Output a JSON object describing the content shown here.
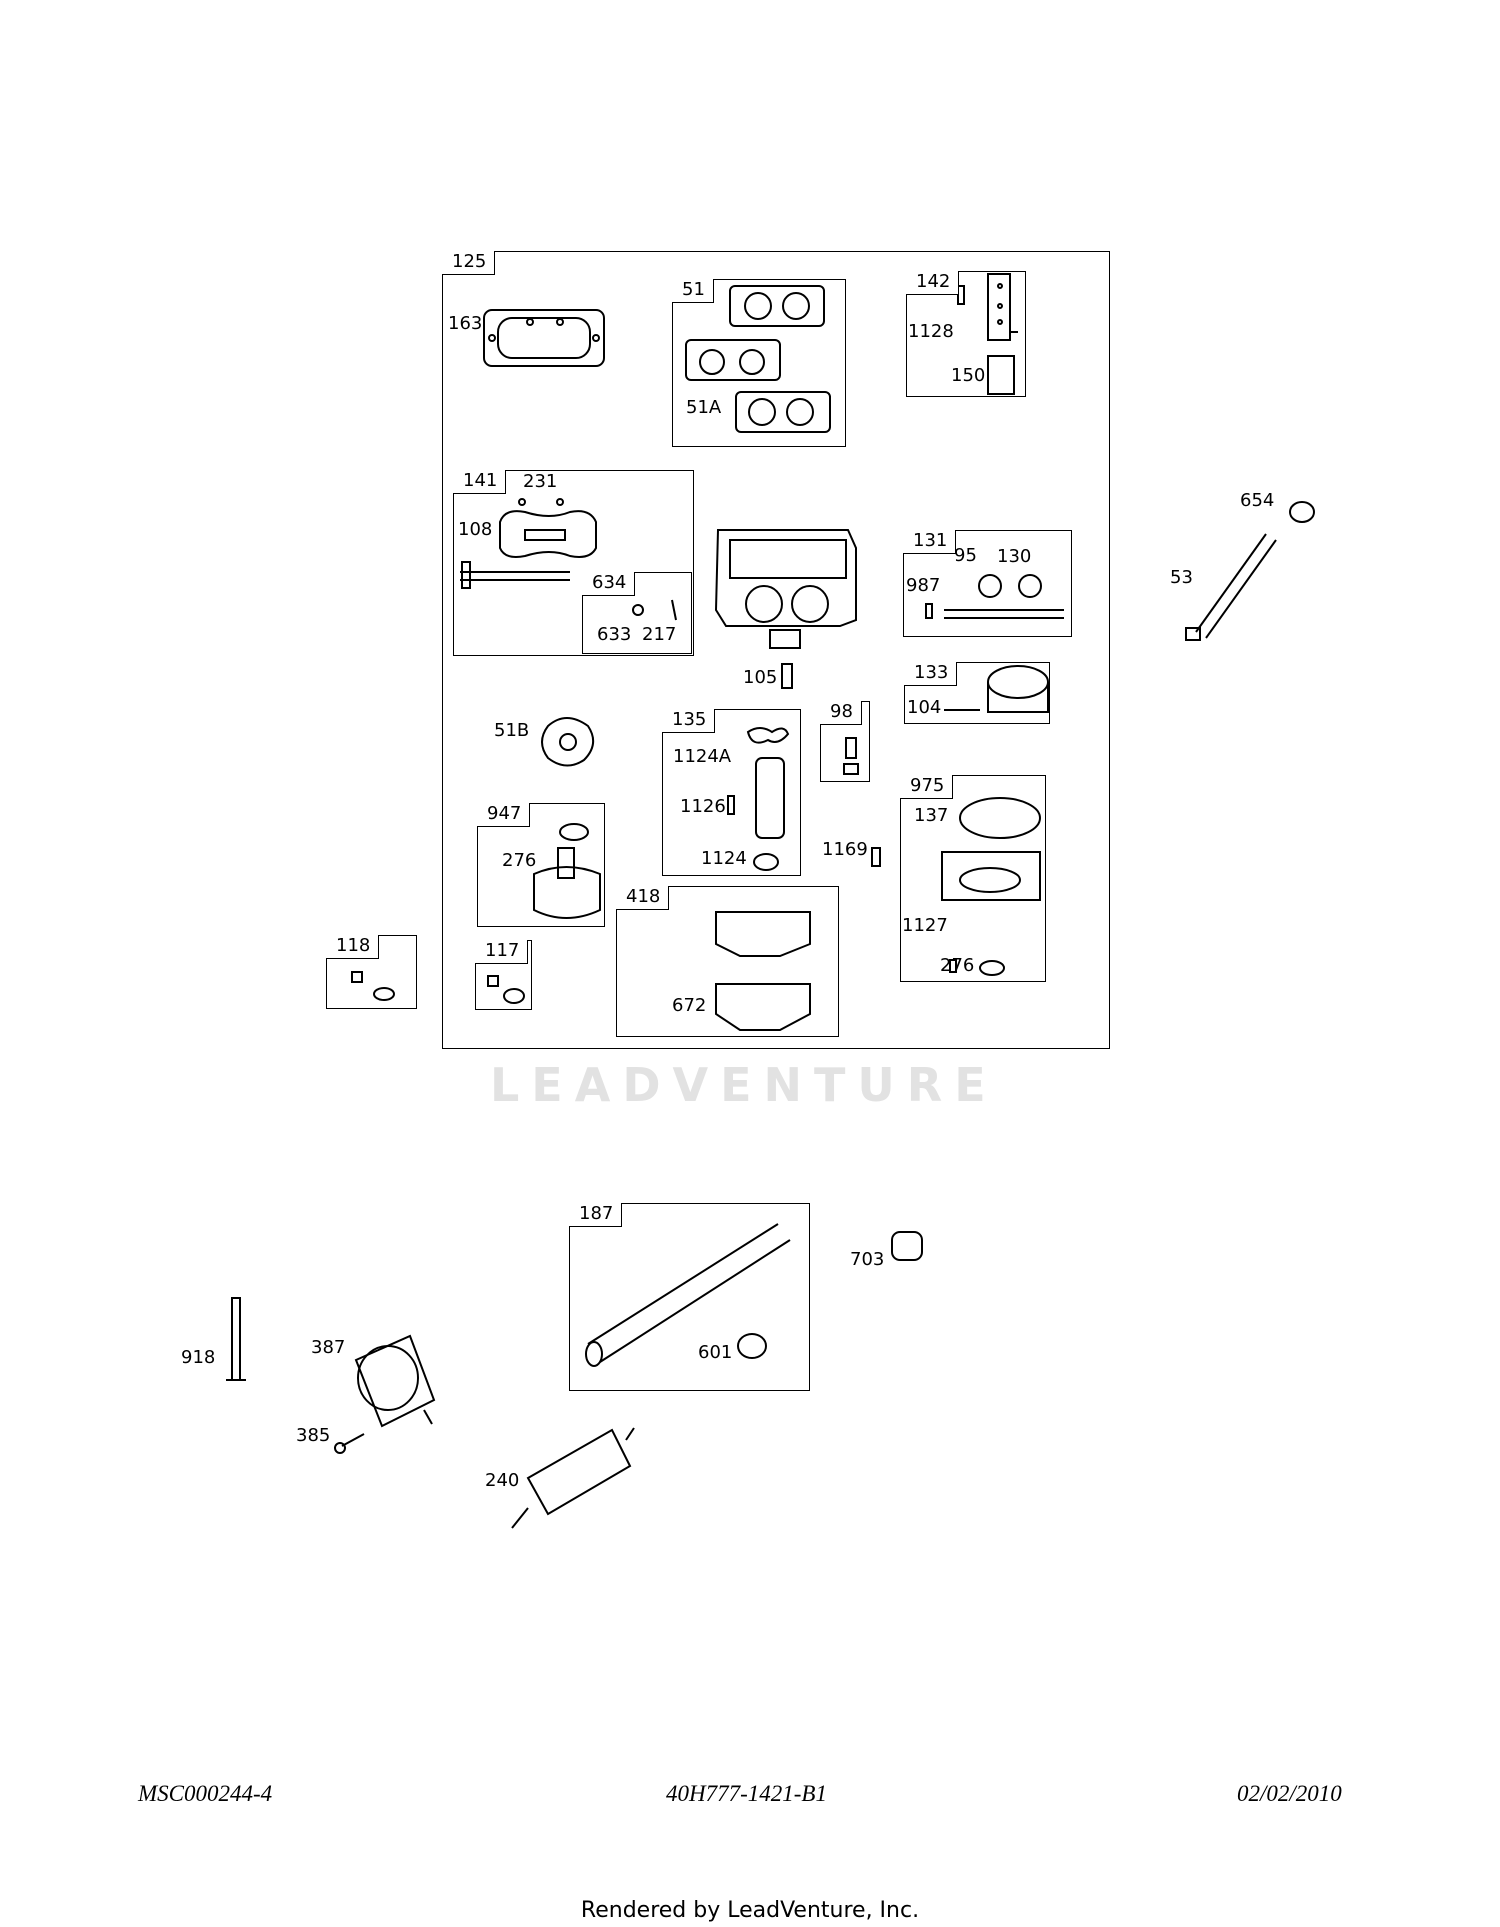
{
  "main_box": {
    "label": "125"
  },
  "sub_boxes": {
    "b51": "51",
    "b142": "142",
    "b141": "141",
    "b634": "634",
    "b131": "131",
    "b133": "133",
    "b135": "135",
    "b98": "98",
    "b975": "975",
    "b947": "947",
    "b418": "418",
    "b118": "118",
    "b117": "117",
    "b187": "187"
  },
  "part_labels": {
    "p163": "163",
    "p51a": "51A",
    "p1128": "1128",
    "p150": "150",
    "p231": "231",
    "p108": "108",
    "p633": "633",
    "p217": "217",
    "p95": "95",
    "p130": "130",
    "p987": "987",
    "p105": "105",
    "p104": "104",
    "p51b": "51B",
    "p1124a": "1124A",
    "p1126": "1126",
    "p1124": "1124",
    "p1169": "1169",
    "p137": "137",
    "p1127": "1127",
    "p276b": "276",
    "p276a": "276",
    "p672": "672",
    "p654": "654",
    "p53": "53",
    "p703": "703",
    "p601": "601",
    "p918": "918",
    "p387": "387",
    "p385": "385",
    "p240": "240"
  },
  "footer": {
    "left": "MSC000244-4",
    "center": "40H777-1421-B1",
    "right": "02/02/2010",
    "rendered_by": "Rendered by LeadVenture, Inc."
  },
  "watermark": "LEADVENTURE"
}
